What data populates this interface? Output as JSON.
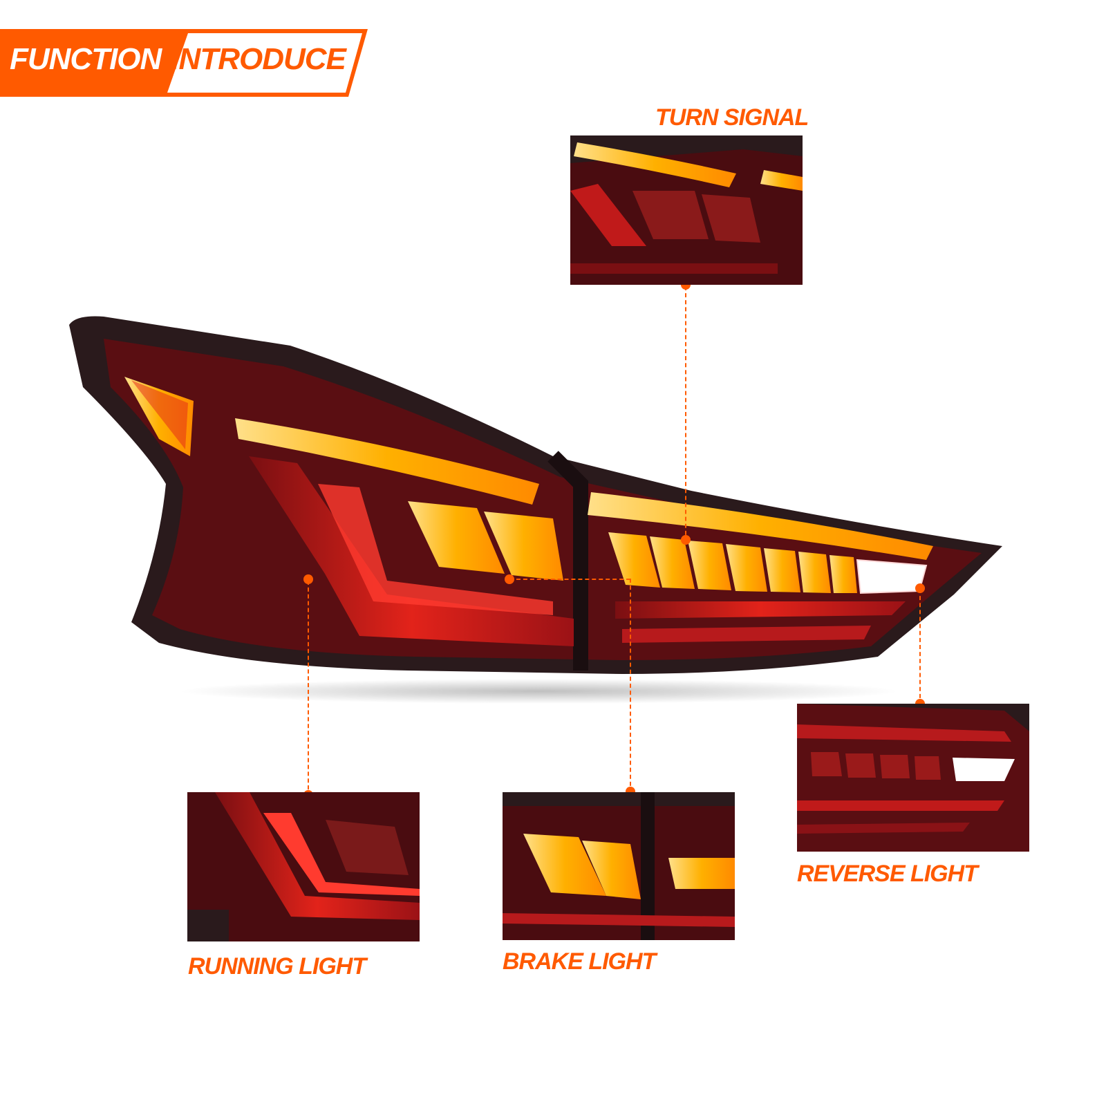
{
  "header": {
    "word1": "FUNCTION",
    "word2": "INTRODUCE"
  },
  "features": [
    {
      "label": "TURN SIGNAL"
    },
    {
      "label": "RUNNING LIGHT"
    },
    {
      "label": "BRAKE LIGHT"
    },
    {
      "label": "REVERSE LIGHT"
    }
  ],
  "colors": {
    "accent": "#ff5a00",
    "lamp_red": "#e2231a",
    "amber": "#ffb000",
    "housing": "#2a1a1c"
  }
}
